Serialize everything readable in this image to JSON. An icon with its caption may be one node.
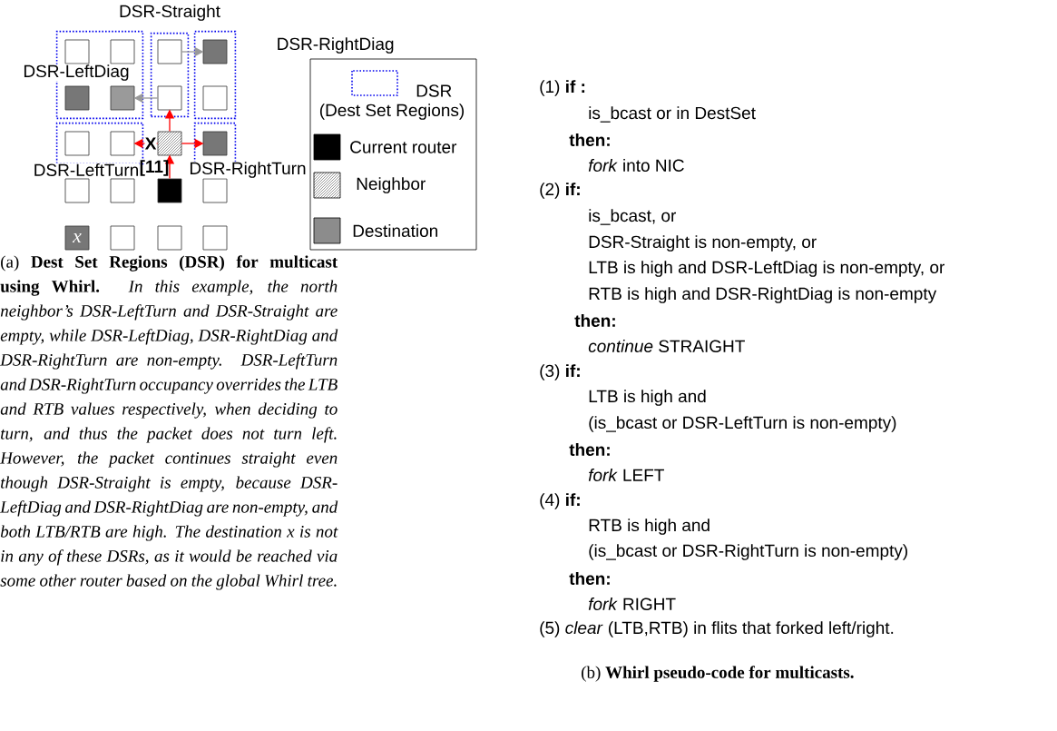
{
  "diagram": {
    "nodes": [
      {
        "text": [
          "DSR-Straight"
        ]
      },
      {
        "text": [
          "DSR-LeftDiag"
        ]
      },
      {
        "text": [],
        "shape": "box",
        "in": 1
      },
      {
        "text": [],
        "shape": "box",
        "in": 1
      },
      {
        "text": [],
        "shape": "box",
        "in": 0
      },
      {
        "text": [
          "DSR-RightDiag"
        ]
      },
      {
        "text": [],
        "shape": "box",
        "in": 5
      },
      {
        "text": [],
        "shape": "box",
        "in": 1
      },
      {
        "text": [],
        "shape": "box",
        "in": 1
      },
      {
        "text": [],
        "shape": "box",
        "in": 0
      },
      {
        "text": [],
        "shape": "box",
        "in": 5
      },
      {
        "text": [
          "DSR-LeftTurn"
        ]
      },
      {
        "text": [],
        "shape": "box",
        "in": 11
      },
      {
        "text": [],
        "shape": "box",
        "in": 11
      },
      {
        "text": [],
        "shape": "box"
      },
      {
        "text": [
          "DSR-RightTurn"
        ]
      },
      {
        "text": [],
        "shape": "box",
        "in": 15
      },
      {
        "text": [],
        "shape": "box"
      },
      {
        "text": [],
        "shape": "box"
      },
      {
        "text": [],
        "shape": "box"
      },
      {
        "text": [],
        "shape": "box"
      },
      {
        "text": [
          "x"
        ]
      },
      {
        "text": [],
        "shape": "box"
      },
      {
        "text": [],
        "shape": "box"
      },
      {
        "text": [],
        "shape": "box"
      }
    ],
    "edges": [
      {
        "from": 19,
        "to": 14,
        "arrow": "to"
      },
      {
        "from": 14,
        "to": 9,
        "arrow": "to"
      },
      {
        "from": 14,
        "to": 13,
        "arrow": "to",
        "label": "X"
      },
      {
        "from": 14,
        "to": 16,
        "arrow": "to"
      },
      {
        "from": 9,
        "to": 8,
        "arrow": "to",
        "color": "#999999"
      },
      {
        "from": 4,
        "to": 6,
        "arrow": "to",
        "color": "#999999"
      }
    ],
    "labels": [
      "[11]",
      "(Dest Set Regions)",
      "(a) **Dest Set Regions (DSR) for multicast using Whirl.** *In this example, the north neighbor’s DSR-LeftTurn and DSR-Straight are empty, while DSR-LeftDiag, DSR-RightDiag and DSR-RightTurn are non-empty. DSR-LeftTurn and DSR-RightTurn occupancy overrides the LTB and RTB values respectively, when deciding to turn, and thus the packet does not turn left. However, the packet continues straight even though DSR-Straight is empty, because DSR-LeftDiag and DSR-RightDiag are non-empty, and both LTB/RTB are high. The destination x is not in any of these DSRs, as it would be reached via some other router based on the global Whirl tree.*",
      "(1) **if :**",
      "is_bcast or in DestSet",
      "then:",
      "*fork* into NIC",
      "(2) **if:**",
      "is_bcast, or",
      "DSR-Straight is non-empty, or",
      "LTB is high and DSR-LeftDiag is non-empty, or",
      "RTB is high and DSR-RightDiag is non-empty",
      "then:",
      "*continue* STRAIGHT",
      "(3) **if:**",
      "LTB is high and",
      "(is_bcast or DSR-LeftTurn is non-empty)",
      "then:",
      "*fork* LEFT",
      "(4) **if:**",
      "RTB is high and",
      "(is_bcast or DSR-RightTurn is non-empty)",
      "then:",
      "*fork* RIGHT",
      "(5) *clear* (LTB,RTB) in flits that forked left/right.",
      "(b) **Whirl pseudo-code for multicasts.**"
    ],
    "legend": [
      {
        "text": "DSR"
      },
      {
        "text": "Current router",
        "color": "#000000"
      },
      {
        "text": "Neighbor"
      },
      {
        "text": "Destination",
        "color": "#8c8c8c"
      }
    ]
  }
}
